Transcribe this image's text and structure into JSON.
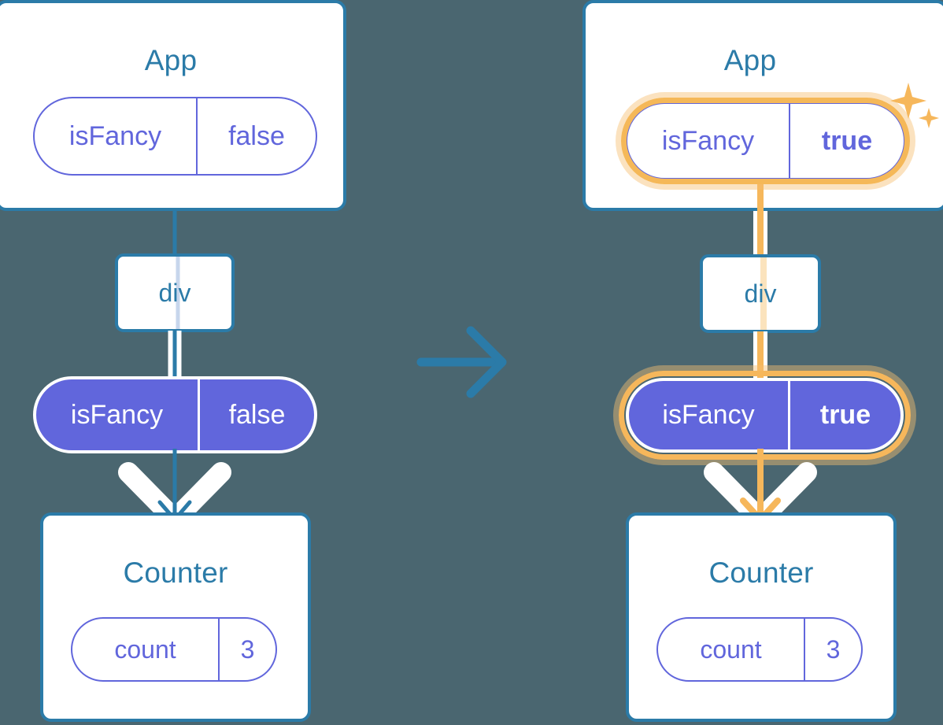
{
  "diagram": {
    "title": "React state propagation: isFancy prop passed from App through div to Counter",
    "type": "before-after-component-tree",
    "background_color": "#4a6670",
    "colors": {
      "box_border": "#2b7ba8",
      "box_fill": "#ffffff",
      "label_text": "#2b7ba8",
      "pill_outline": "#6166dc",
      "pill_fill": "#6166dc",
      "pill_fill_text": "#ffffff",
      "highlight": "#f6b75b",
      "highlight_glow": "#fbd9a4",
      "arrow_blue": "#2b7ba8",
      "arrow_white": "#ffffff",
      "arrow_orange": "#f6b75b"
    },
    "transition_arrow": {
      "icon": "arrow-right-icon",
      "direction": "right",
      "color": "#2b7ba8"
    },
    "panels": [
      {
        "id": "before",
        "highlighted": false,
        "app": {
          "title": "App",
          "pill": {
            "key": "isFancy",
            "value": "false",
            "style": "outline",
            "highlighted": false,
            "bold_value": false
          }
        },
        "div": {
          "label": "div"
        },
        "prop": {
          "pill": {
            "key": "isFancy",
            "value": "false",
            "style": "filled",
            "highlighted": false,
            "bold_value": false
          }
        },
        "counter": {
          "title": "Counter",
          "pill": {
            "key": "count",
            "value": "3",
            "style": "outline",
            "highlighted": false,
            "bold_value": false
          }
        }
      },
      {
        "id": "after",
        "highlighted": true,
        "app": {
          "title": "App",
          "pill": {
            "key": "isFancy",
            "value": "true",
            "style": "outline",
            "highlighted": true,
            "bold_value": true
          }
        },
        "div": {
          "label": "div"
        },
        "prop": {
          "pill": {
            "key": "isFancy",
            "value": "true",
            "style": "filled",
            "highlighted": true,
            "bold_value": true
          }
        },
        "counter": {
          "title": "Counter",
          "pill": {
            "key": "count",
            "value": "3",
            "style": "outline",
            "highlighted": false,
            "bold_value": false
          }
        }
      }
    ],
    "sparkle_icon": "sparkles-icon"
  }
}
